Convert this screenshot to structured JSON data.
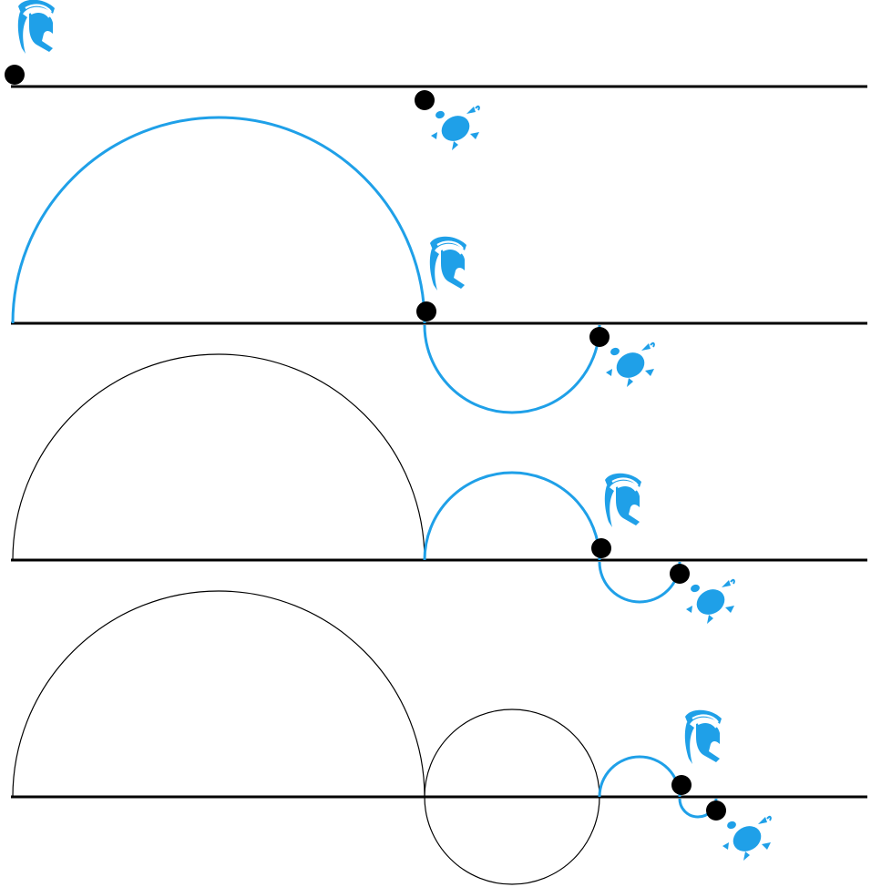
{
  "colors": {
    "accent": "#1fa0e8",
    "ink": "#000000",
    "background": "#ffffff"
  },
  "icons": {
    "runner": "spartan-helmet-icon",
    "follower": "turtle-icon"
  },
  "stages": [
    {
      "step": 1,
      "arcs_completed": 0,
      "arc_in_progress": null
    },
    {
      "step": 2,
      "arcs_completed": 0,
      "arc_in_progress": 1
    },
    {
      "step": 3,
      "arcs_completed": 1,
      "arc_in_progress": 2
    },
    {
      "step": 4,
      "arcs_completed": 2,
      "arc_in_progress": 3
    }
  ]
}
